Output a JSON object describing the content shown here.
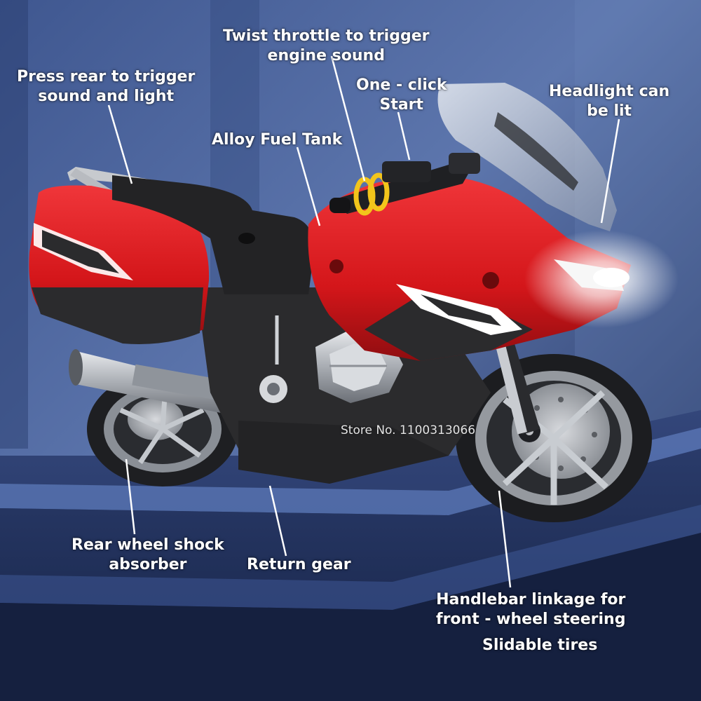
{
  "callouts": {
    "throttle": {
      "line1": "Twist throttle to trigger",
      "line2": "engine sound"
    },
    "rear_press": {
      "line1": "Press rear to trigger",
      "line2": "sound and light"
    },
    "one_click": {
      "line1": "One - click",
      "line2": "Start"
    },
    "headlight": {
      "line1": "Headlight can",
      "line2": "be lit"
    },
    "fuel_tank": {
      "line1": "Alloy Fuel Tank"
    },
    "rear_shock": {
      "line1": "Rear wheel shock",
      "line2": "absorber"
    },
    "return_gear": {
      "line1": "Return gear"
    },
    "handlebar": {
      "line1": "Handlebar linkage for",
      "line2": "front - wheel steering"
    },
    "tires": {
      "line1": "Slidable tires"
    }
  },
  "watermark": "Store No. 1100313066",
  "colors": {
    "background_dark": "#1a2a52",
    "background_light": "#5d76ad",
    "body_red": "#d4161a",
    "trim_black": "#2b2b2d",
    "chrome": "#b9bcc1",
    "throttle_yellow": "#f2c51b",
    "label_text": "#ffffff"
  }
}
